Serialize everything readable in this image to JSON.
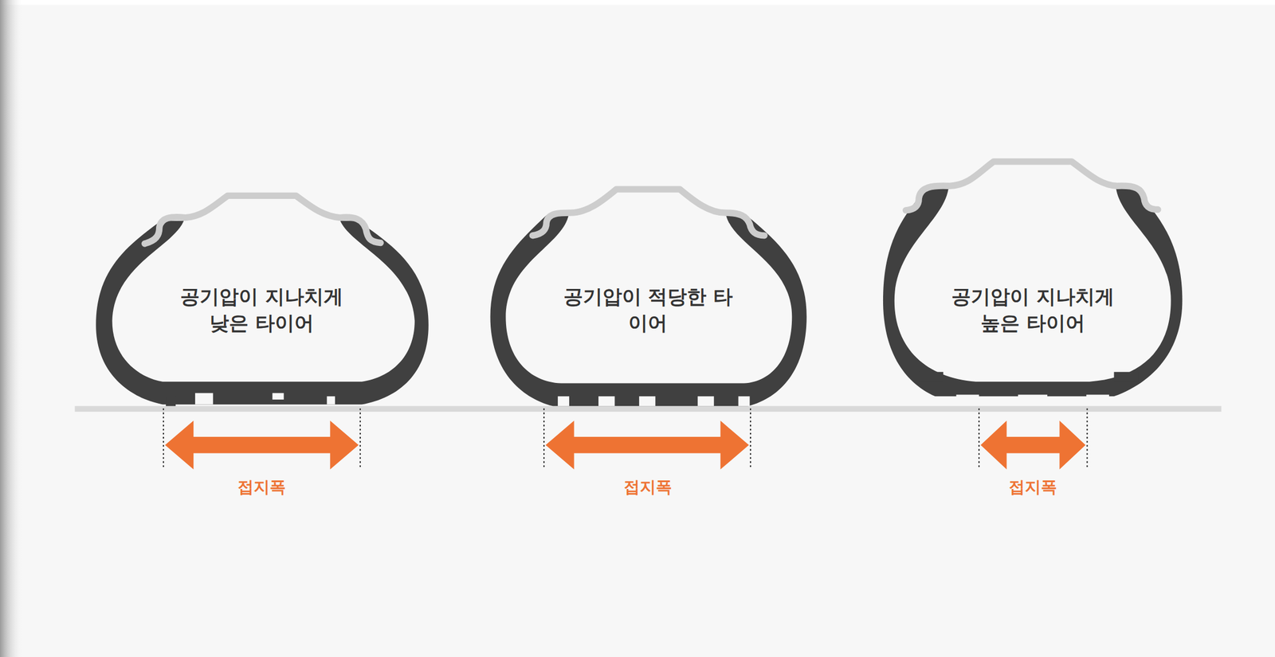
{
  "diagram": {
    "nodes": [
      {
        "text": [
          "공기압이 지나치게 낮은 타이어"
        ]
      },
      {
        "text": [
          "공기압이 적당한 타이어"
        ]
      },
      {
        "text": [
          "공기압이 지나치게 높은 타이어"
        ]
      }
    ],
    "labels": [
      "접지폭",
      "접지폭",
      "접지폭"
    ]
  }
}
